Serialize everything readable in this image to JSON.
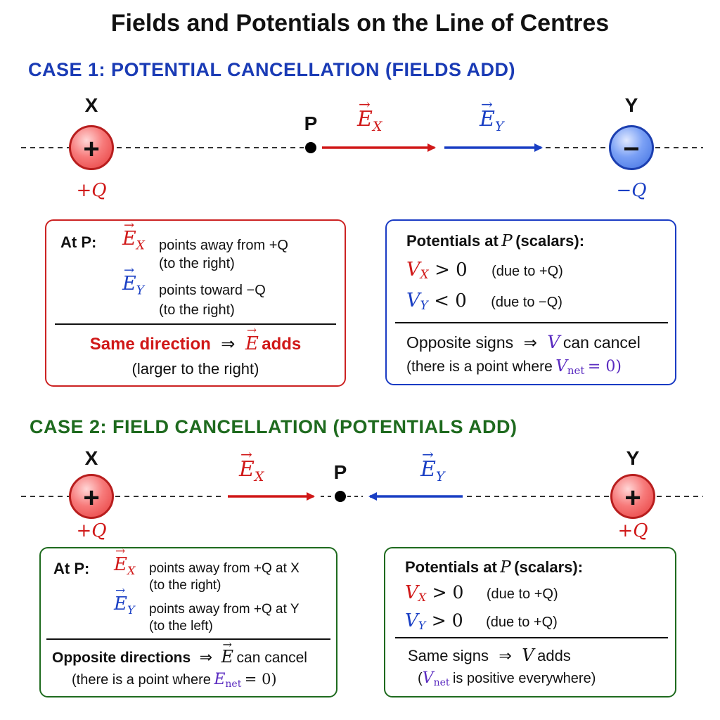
{
  "title": "Fields and Potentials on the Line of Centres",
  "colors": {
    "case1_heading": "#1a3bb5",
    "case2_heading": "#1e6a1e",
    "red": "#d01818",
    "blue": "#1a3fc4",
    "purple": "#5a2bc0"
  },
  "case1": {
    "heading": "CASE 1: POTENTIAL CANCELLATION (FIELDS ADD)",
    "charge_x": {
      "label": "X",
      "symbol": "+",
      "charge": "+Q"
    },
    "charge_y": {
      "label": "Y",
      "symbol": "−",
      "charge": "−Q"
    },
    "point": "P",
    "ex_label": "E",
    "ex_sub": "X",
    "ey_label": "E",
    "ey_sub": "Y",
    "field_box": {
      "at": "At P:",
      "ex_desc": "points away from +Q",
      "ex_dir": "(to the right)",
      "ey_desc": "points toward −Q",
      "ey_dir": "(to the right)",
      "conclusion_a": "Same direction",
      "arrow": "⇒",
      "conclusion_e": "E",
      "conclusion_b": "adds",
      "note": "(larger to the right)"
    },
    "potential_box": {
      "heading_a": "Potentials at",
      "heading_p": "P",
      "heading_b": "(scalars):",
      "vx": "V",
      "vx_sub": "X",
      "vx_rel": "> 0",
      "vx_note": "(due to +Q)",
      "vy": "V",
      "vy_sub": "Y",
      "vy_rel": "< 0",
      "vy_note": "(due to −Q)",
      "conclusion_a": "Opposite signs",
      "arrow": "⇒",
      "conclusion_v": "V",
      "conclusion_b": "can cancel",
      "note_a": "(there is a point where",
      "note_v": "V",
      "note_sub": "net",
      "note_b": "= 0)"
    }
  },
  "case2": {
    "heading": "CASE 2: FIELD CANCELLATION (POTENTIALS ADD)",
    "charge_x": {
      "label": "X",
      "symbol": "+",
      "charge": "+Q"
    },
    "charge_y": {
      "label": "Y",
      "symbol": "+",
      "charge": "+Q"
    },
    "point": "P",
    "ex_label": "E",
    "ex_sub": "X",
    "ey_label": "E",
    "ey_sub": "Y",
    "field_box": {
      "at": "At P:",
      "ex_desc": "points away from +Q at X",
      "ex_dir": "(to the right)",
      "ey_desc": "points away from +Q at Y",
      "ey_dir": "(to the left)",
      "conclusion_a": "Opposite directions",
      "arrow": "⇒",
      "conclusion_e": "E",
      "conclusion_b": "can cancel",
      "note_a": "(there is a point where",
      "note_e": "E",
      "note_sub": "net",
      "note_b": "= 0)"
    },
    "potential_box": {
      "heading_a": "Potentials at",
      "heading_p": "P",
      "heading_b": "(scalars):",
      "vx": "V",
      "vx_sub": "X",
      "vx_rel": "> 0",
      "vx_note": "(due to +Q)",
      "vy": "V",
      "vy_sub": "Y",
      "vy_rel": "> 0",
      "vy_note": "(due to +Q)",
      "conclusion_a": "Same signs",
      "arrow": "⇒",
      "conclusion_v": "V",
      "conclusion_b": "adds",
      "note_a": "(",
      "note_v": "V",
      "note_sub": "net",
      "note_b": "is positive everywhere)"
    }
  }
}
